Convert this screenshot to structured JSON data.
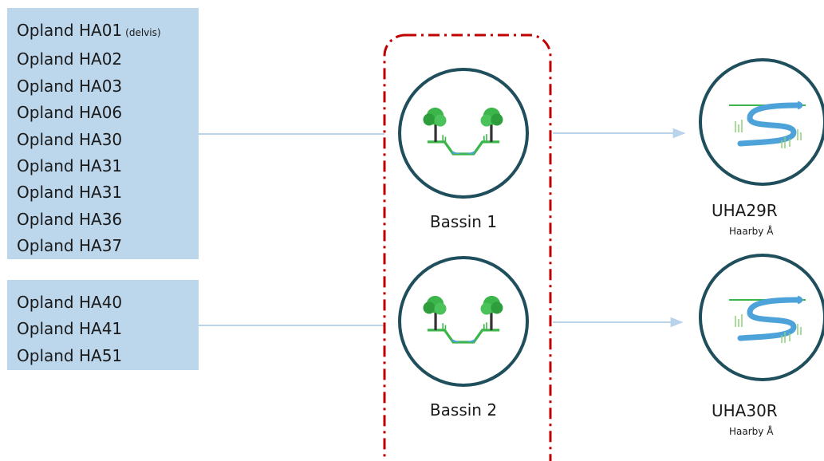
{
  "catchment_groups": [
    {
      "items": [
        {
          "label": "Opland HA01",
          "note": "(delvis)"
        },
        {
          "label": "Opland HA02"
        },
        {
          "label": "Opland HA03"
        },
        {
          "label": "Opland HA06"
        },
        {
          "label": "Opland HA30"
        },
        {
          "label": "Opland HA31"
        },
        {
          "label": "Opland HA31"
        },
        {
          "label": "Opland HA36"
        },
        {
          "label": "Opland HA37"
        }
      ]
    },
    {
      "items": [
        {
          "label": "Opland HA40"
        },
        {
          "label": "Opland HA41"
        },
        {
          "label": "Opland HA51"
        }
      ]
    }
  ],
  "basins": [
    {
      "label": "Bassin 1",
      "icon": "basin-icon"
    },
    {
      "label": "Bassin 2",
      "icon": "basin-icon"
    }
  ],
  "receivers": [
    {
      "code": "UHA29R",
      "name": "Haarby Å",
      "icon": "stream-icon"
    },
    {
      "code": "UHA30R",
      "name": "Haarby Å",
      "icon": "stream-icon"
    }
  ],
  "colors": {
    "box_fill": "#bcd6ec",
    "connector": "#b9d4ea",
    "circle_stroke": "#1f4e5c",
    "dash_border": "#c00000",
    "tree_green": "#3cb54a",
    "water_blue": "#4da3d9"
  }
}
